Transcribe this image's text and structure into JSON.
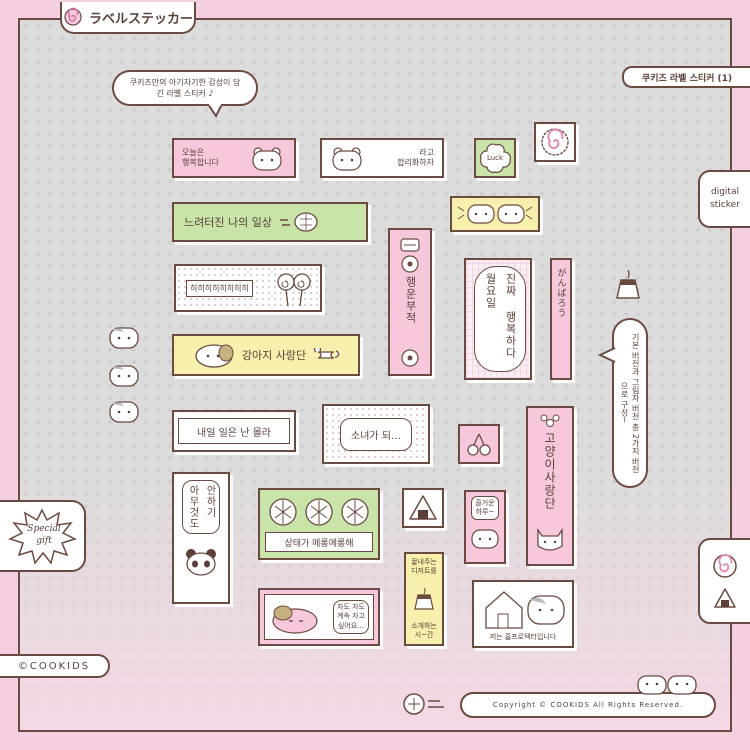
{
  "header": {
    "title": "ラベルステッカー"
  },
  "top_right_label": "쿠키즈 라벨 스티커 (1)",
  "intro_bubble": "쿠키즈만의 아기자기한 감성이 담긴 라벨 스티커 ♪",
  "side_tab": {
    "line1": "digital",
    "line2": "sticker"
  },
  "right_bubble": "기본 버전과 그림자 버전 총 2가지 버전으로 구성~",
  "special_gift": {
    "line1": "Special",
    "line2": "gift"
  },
  "brand": "©COOKIDS",
  "copyright": "Copyright © COOKIDS All Rights Reserved.",
  "stickers": {
    "s1": {
      "line1": "오늘은",
      "line2": "행복합니다"
    },
    "s2": {
      "line1": "라고",
      "line2": "합리화하자"
    },
    "s3": {
      "text": "Luck"
    },
    "s4": {
      "text": "느려터진 나의 일상"
    },
    "s5": {
      "text": "히히히히히히히히"
    },
    "s6": {
      "text": "행운부적"
    },
    "s7": {
      "line1": "진짜 행복하다",
      "line2": "월요일"
    },
    "s8": {
      "text": "がんばろう"
    },
    "s9": {
      "text": "강아지 사랑단"
    },
    "s10": {
      "text": "내일 일은 난 몰라"
    },
    "s11": {
      "text": "소녀가 되…"
    },
    "s12": {
      "text": "고양이사랑단"
    },
    "s13": {
      "line1": "안하기",
      "line2": "아무것도"
    },
    "s14": {
      "text": "상태가 메롱메롱해"
    },
    "s15": {
      "line1": "즐거운",
      "line2": "하루~"
    },
    "s16": {
      "line1": "꿀내주는",
      "line2": "디저트를",
      "line3": "소개하는",
      "line4": "시~간"
    },
    "s17": {
      "line1": "자도 자도",
      "line2": "계속 자고",
      "line3": "싶어요…"
    },
    "s18": {
      "text": "저는 홈프로텍터입니다"
    }
  }
}
